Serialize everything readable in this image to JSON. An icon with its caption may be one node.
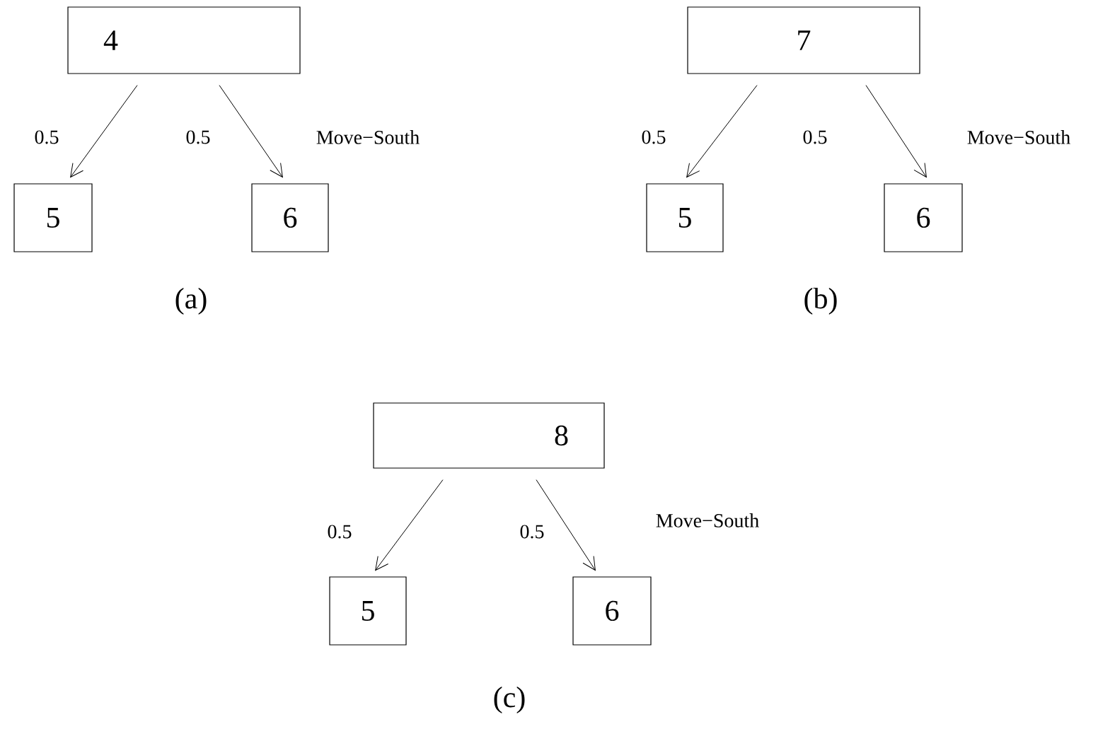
{
  "diagram": {
    "nodes": [
      {
        "text": [
          "4"
        ]
      },
      {
        "text": [
          "5"
        ]
      },
      {
        "text": [
          "6"
        ]
      },
      {
        "text": [
          "7"
        ]
      },
      {
        "text": [
          "5"
        ]
      },
      {
        "text": [
          "6"
        ]
      },
      {
        "text": [
          "8"
        ]
      },
      {
        "text": [
          "5"
        ]
      },
      {
        "text": [
          "6"
        ]
      }
    ],
    "edges": [
      {
        "from": 0,
        "to": 1,
        "arrow": "to",
        "label": "0.5"
      },
      {
        "from": 0,
        "to": 2,
        "arrow": "to",
        "label": "0.5"
      },
      {
        "from": 3,
        "to": 4,
        "arrow": "to",
        "label": "0.5"
      },
      {
        "from": 3,
        "to": 5,
        "arrow": "to",
        "label": "0.5"
      },
      {
        "from": 6,
        "to": 7,
        "arrow": "to",
        "label": "0.5"
      },
      {
        "from": 6,
        "to": 8,
        "arrow": "to",
        "label": "0.5"
      }
    ],
    "labels": [
      "Move−South",
      "Move−South",
      "Move−South",
      "(a)",
      "(b)",
      "(c)"
    ]
  }
}
